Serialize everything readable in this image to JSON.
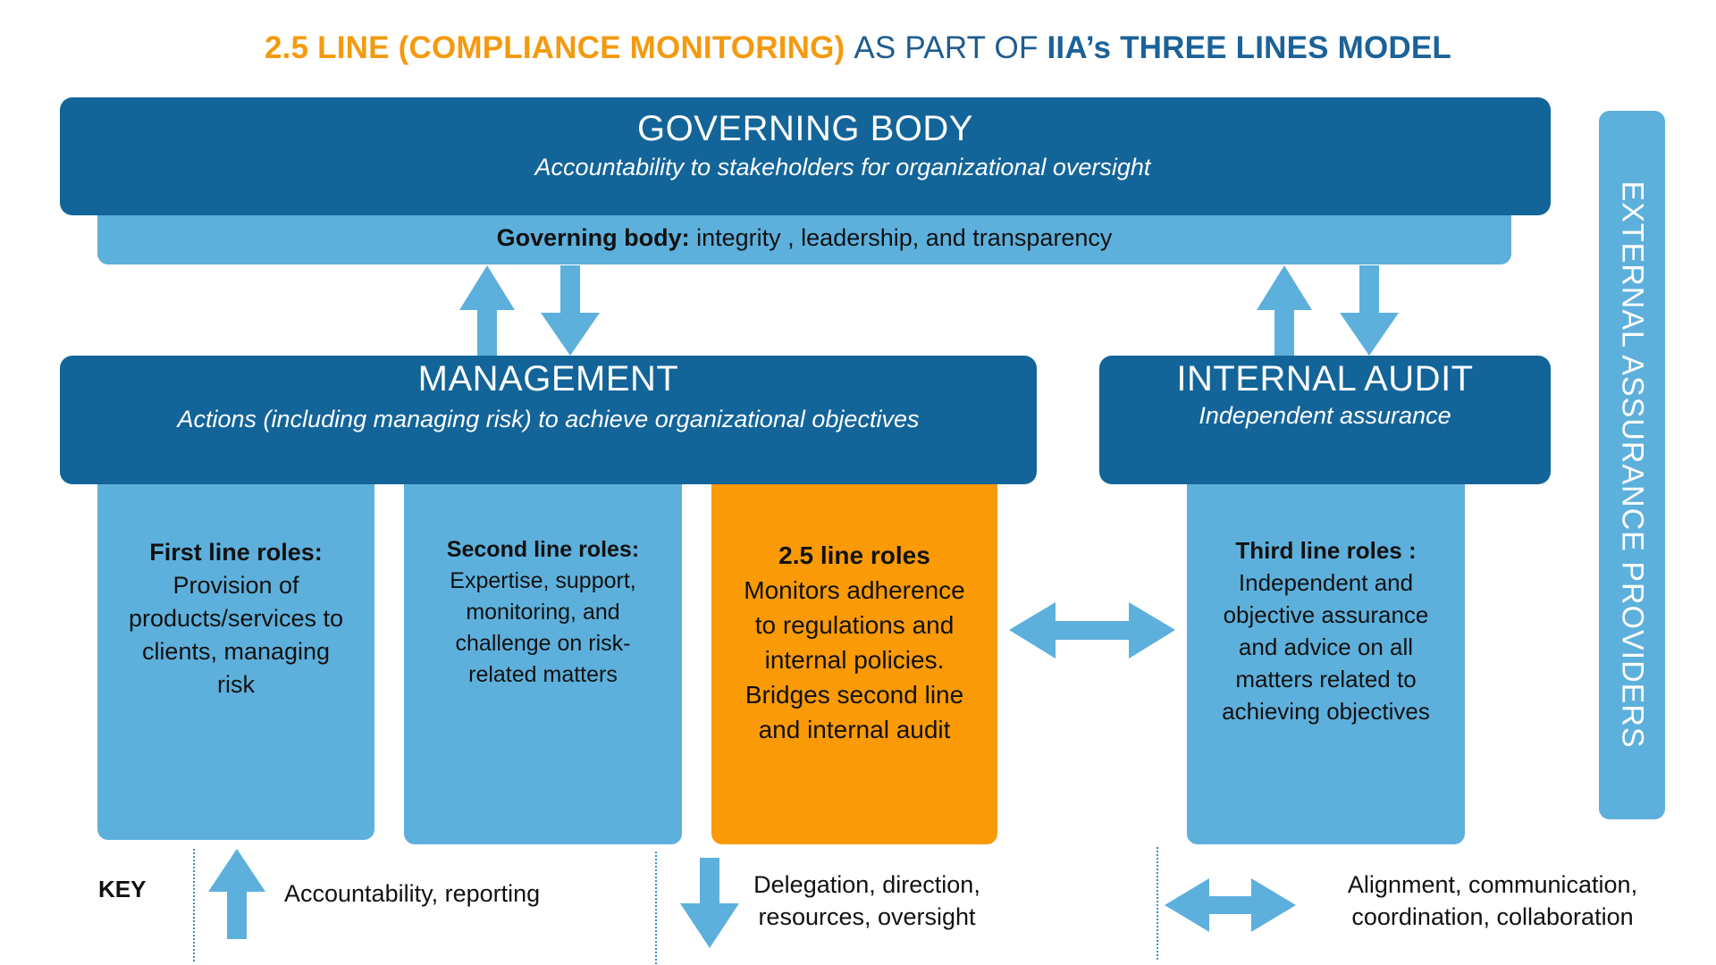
{
  "title": {
    "part1": "2.5 LINE (COMPLIANCE MONITORING)",
    "part2": "AS PART OF",
    "part3": "IIA’s THREE LINES MODEL"
  },
  "governing_body": {
    "heading": "GOVERNING BODY",
    "subtitle": "Accountability to stakeholders for organizational oversight",
    "strip_label": "Governing body:",
    "strip_text": "integrity , leadership, and transparency"
  },
  "management": {
    "heading": "MANAGEMENT",
    "subtitle": "Actions (including managing risk) to achieve organizational objectives"
  },
  "internal_audit": {
    "heading": "INTERNAL AUDIT",
    "subtitle": "Independent assurance"
  },
  "external": {
    "label": "EXTERNAL ASSURANCE PROVIDERS"
  },
  "roles": {
    "first": {
      "title": "First line roles:",
      "lines": [
        "Provision of",
        "products/services to",
        "clients, managing",
        "risk"
      ]
    },
    "second": {
      "title": "Second line roles:",
      "lines": [
        "Expertise, support,",
        "monitoring, and",
        "challenge on risk-",
        "related  matters"
      ]
    },
    "two_five": {
      "title": "2.5 line roles",
      "lines": [
        "Monitors adherence",
        "to regulations and",
        "internal policies.",
        "Bridges second line",
        "and internal audit"
      ]
    },
    "third": {
      "title": "Third line roles :",
      "lines": [
        "Independent and",
        "objective assurance",
        "and advice on all",
        "matters related to",
        "achieving objectives"
      ]
    }
  },
  "key": {
    "label": "KEY",
    "accountability": "Accountability, reporting",
    "delegation": [
      "Delegation, direction,",
      "resources, oversight"
    ],
    "alignment": [
      "Alignment, communication,",
      "coordination, collaboration"
    ]
  },
  "colors": {
    "dark_blue": "#136499",
    "light_blue": "#5DB0DC",
    "orange": "#F99A06",
    "title_orange": "#F49A0F"
  },
  "icons": {
    "up_arrow": "arrow-up-icon",
    "down_arrow": "arrow-down-icon",
    "double_arrow": "double-arrow-icon"
  }
}
